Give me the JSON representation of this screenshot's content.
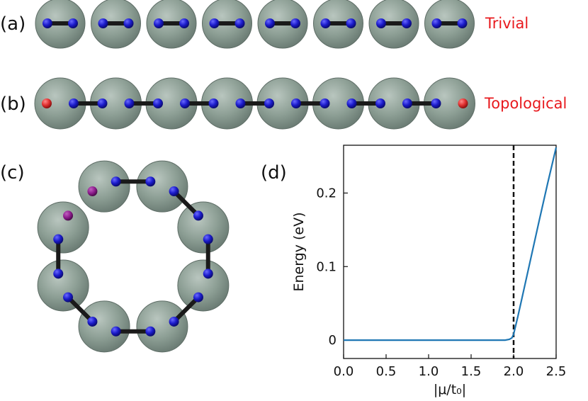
{
  "panels": {
    "a": {
      "label": "(a)",
      "phase": "Trivial",
      "sites": 8
    },
    "b": {
      "label": "(b)",
      "phase": "Topological",
      "sites": 8
    },
    "c": {
      "label": "(c)",
      "sites": 8
    },
    "d": {
      "label": "(d)"
    }
  },
  "colors": {
    "site": "#8c9e94",
    "site_edge": "#5e6d66",
    "atom": "#1c1ccc",
    "edge_mode": "#e23131",
    "ring_edge_mode": "#8b1a8a",
    "bond": "#1a1a1a",
    "line": "#1f77b4",
    "phase_label": "#e8191d"
  },
  "chart_data": {
    "type": "line",
    "title": "",
    "xlabel": "|μ/t₀|",
    "ylabel": "Energy (eV)",
    "xlim": [
      0,
      2.5
    ],
    "ylim": [
      -0.025,
      0.265
    ],
    "xticks": [
      0.0,
      0.5,
      1.0,
      1.5,
      2.0,
      2.5
    ],
    "xtick_labels": [
      "0.0",
      "0.5",
      "1.0",
      "1.5",
      "2.0",
      "2.5"
    ],
    "yticks": [
      0,
      0.1,
      0.2
    ],
    "ytick_labels": [
      "0",
      "0.1",
      "0.2"
    ],
    "vline_x": 2.0,
    "grid": false,
    "series": [
      {
        "x": [
          0,
          0.5,
          1.0,
          1.5,
          1.9,
          1.95,
          1.98,
          2.0,
          2.05,
          2.1,
          2.2,
          2.3,
          2.4,
          2.5
        ],
        "y": [
          0,
          0,
          0,
          0,
          0,
          0.001,
          0.003,
          0.008,
          0.032,
          0.058,
          0.11,
          0.162,
          0.213,
          0.262
        ]
      }
    ]
  }
}
